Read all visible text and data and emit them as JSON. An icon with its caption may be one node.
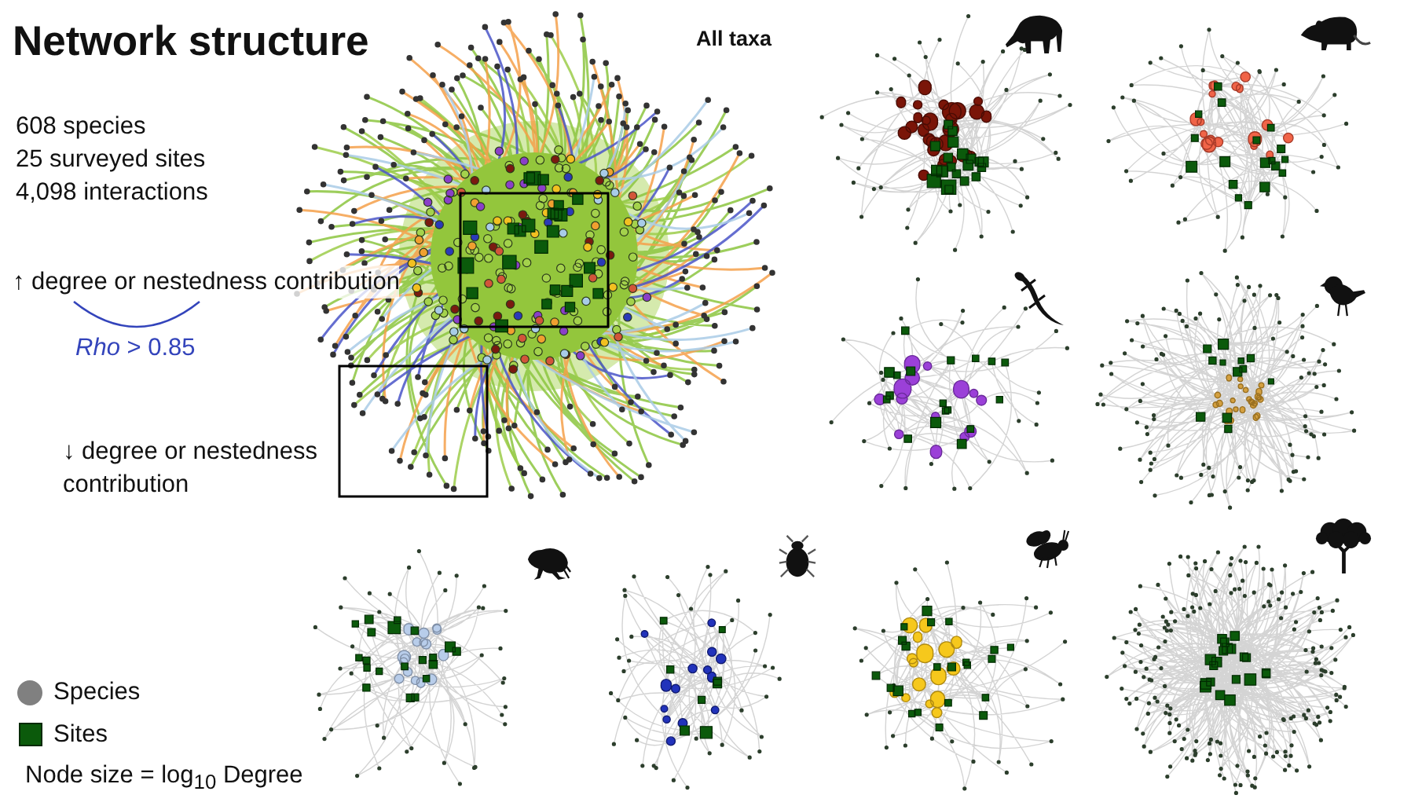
{
  "diagram": {
    "title": "Network structure",
    "labels": [
      "608 species",
      "25 surveyed sites",
      "4,098 interactions",
      "All taxa",
      "↑ degree or nestedness contribution",
      "*Rho* > 0.85",
      "↓ degree or nestedness contribution",
      "Node size = log$_{10}$ Degree"
    ],
    "legend": [
      {
        "text": "Species",
        "color": "#808080"
      },
      {
        "text": "Sites",
        "color": "#0b5a0b"
      }
    ]
  }
}
